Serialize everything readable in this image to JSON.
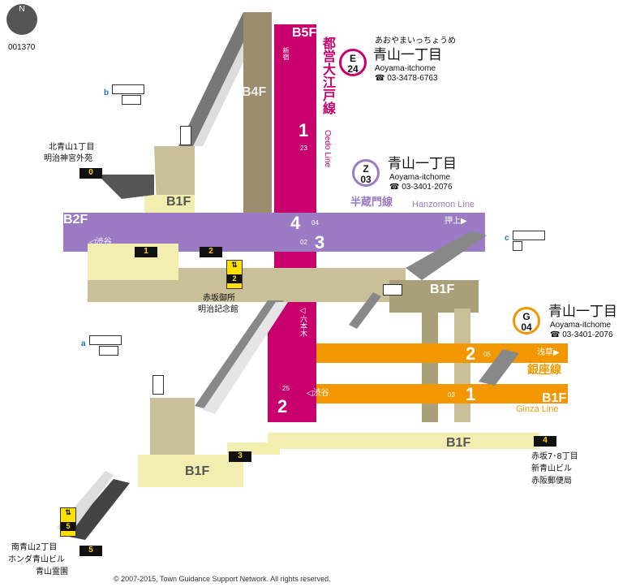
{
  "map_id": "001370",
  "compass": "N",
  "stations": [
    {
      "code_line": "E",
      "code_num": "24",
      "kana": "あおやまいっちょうめ",
      "name": "青山一丁目",
      "roman": "Aoyama-itchome",
      "phone": "☎ 03-3478-6763",
      "color": "#c8006e"
    },
    {
      "code_line": "Z",
      "code_num": "03",
      "name": "青山一丁目",
      "roman": "Aoyama-itchome",
      "phone": "☎ 03-3401-2076",
      "color": "#9b7cc4"
    },
    {
      "code_line": "G",
      "code_num": "04",
      "name": "青山一丁目",
      "roman": "Aoyama-itchome",
      "phone": "☎ 03-3401-2076",
      "color": "#f39700"
    }
  ],
  "lines": {
    "oedo": {
      "jp": "都営大江戸線",
      "en": "Oedo Line",
      "color": "#c8006e"
    },
    "hanzomon": {
      "jp": "半蔵門線",
      "en": "Hanzomon Line",
      "color": "#9b7cc4"
    },
    "ginza": {
      "jp": "銀座線",
      "en": "Ginza Line",
      "color": "#f39700"
    }
  },
  "floors": {
    "b5f": "B5F",
    "b4f": "B4F",
    "b2f": "B2F",
    "b1f": "B1F"
  },
  "platforms": {
    "oedo_1": "1",
    "oedo_2": "2",
    "oedo_dir_1": "新宿",
    "oedo_dir_2": "◁六本木",
    "hz_4": "4",
    "hz_3": "3",
    "hz_dir_4": "押上▶",
    "hz_dir_3": "◁渋谷",
    "hz_num_4": "04",
    "hz_num_3": "02",
    "gz_2": "2",
    "gz_1": "1",
    "gz_dir_2": "浅草▶",
    "gz_dir_1": "◁渋谷",
    "gz_num_2": "05",
    "gz_num_1": "03",
    "oedo_num_1": "23",
    "oedo_num_2": "25"
  },
  "exits": {
    "e0": "0",
    "e1": "1",
    "e2": "2",
    "e3": "3",
    "e4": "4",
    "e5": "5",
    "e0_dest": [
      "北青山1丁目",
      "明治神宮外苑"
    ],
    "e2_dest": [
      "赤坂御所",
      "明治記念館"
    ],
    "e4_dest": [
      "赤坂7･8丁目",
      "新青山ビル",
      "赤阪郵便局"
    ],
    "e5_dest": [
      "南青山2丁目",
      "ホンダ青山ビル",
      "青山霊園"
    ]
  },
  "facility_labels": {
    "a": "a",
    "b": "b",
    "c": "c"
  },
  "copyright": "© 2007-2015, Town Guidance Support Network. All rights reserved."
}
